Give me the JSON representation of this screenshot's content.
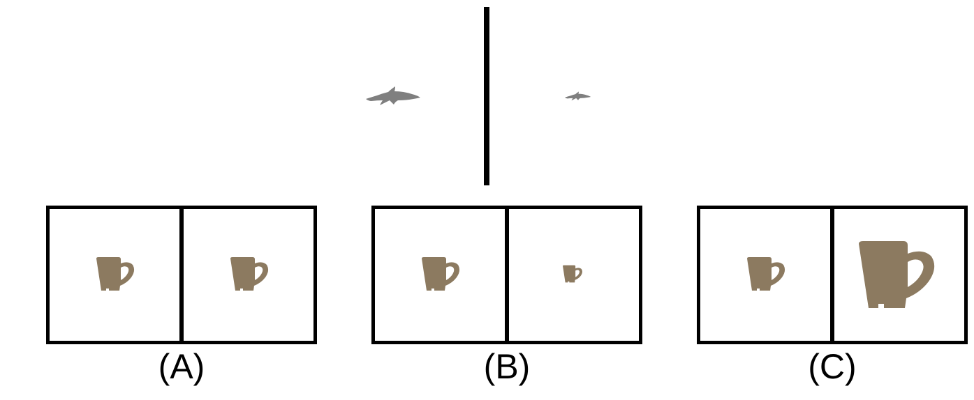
{
  "reference": {
    "left_icon": "dolphin-icon",
    "right_icon": "dolphin-icon",
    "color": "#7f7f7f"
  },
  "options": [
    {
      "label": "(A)",
      "left_icon": "mug-icon",
      "right_icon": "mug-icon"
    },
    {
      "label": "(B)",
      "left_icon": "mug-icon",
      "right_icon": "mug-icon"
    },
    {
      "label": "(C)",
      "left_icon": "mug-icon",
      "right_icon": "mug-icon"
    }
  ],
  "colors": {
    "mug": "#8c7a60",
    "frame": "#000000"
  }
}
